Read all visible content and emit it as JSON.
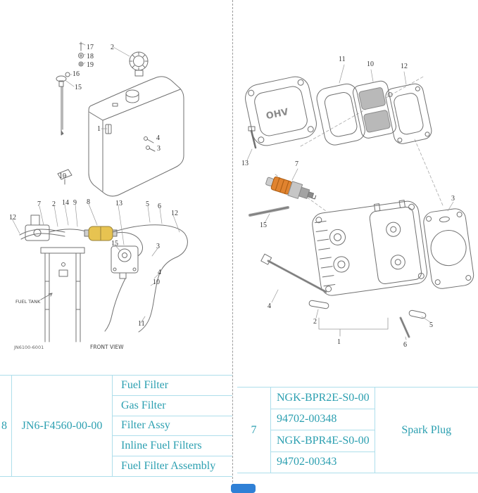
{
  "colors": {
    "accent_text": "#2b9fb0",
    "table_border": "#aedeeb",
    "diagram_line": "#707070",
    "spark_plug_highlight": "#e0832f",
    "fuel_filter_highlight": "#e7c351",
    "bottom_badge": "#2f80d6"
  },
  "left_diagram": {
    "labels": {
      "fuel_tank": "FUEL TANK",
      "front_view": "FRONT VIEW",
      "diagram_code": "JN6100-6001"
    },
    "callouts": [
      "17",
      "18",
      "19",
      "16",
      "15",
      "2",
      "1",
      "4",
      "3",
      "10",
      "12",
      "7",
      "2",
      "14",
      "9",
      "8",
      "13",
      "5",
      "6",
      "12",
      "15",
      "3",
      "4",
      "10",
      "11"
    ]
  },
  "right_diagram": {
    "valve_cover_text": "OHV",
    "callouts": [
      "11",
      "10",
      "12",
      "13",
      "7",
      "15",
      "3",
      "4",
      "2",
      "1",
      "5",
      "6"
    ]
  },
  "left_table": {
    "row_no": "8",
    "part_number": "JN6-F4560-00-00",
    "descriptions": [
      "Fuel Filter",
      "Gas Filter",
      "Filter Assy",
      "Inline Fuel Filters",
      "Fuel Filter Assembly"
    ]
  },
  "right_table": {
    "row_no": "7",
    "part_numbers": [
      "NGK-BPR2E-S0-00",
      "94702-00348",
      "NGK-BPR4E-S0-00",
      "94702-00343"
    ],
    "description": "Spark Plug"
  }
}
